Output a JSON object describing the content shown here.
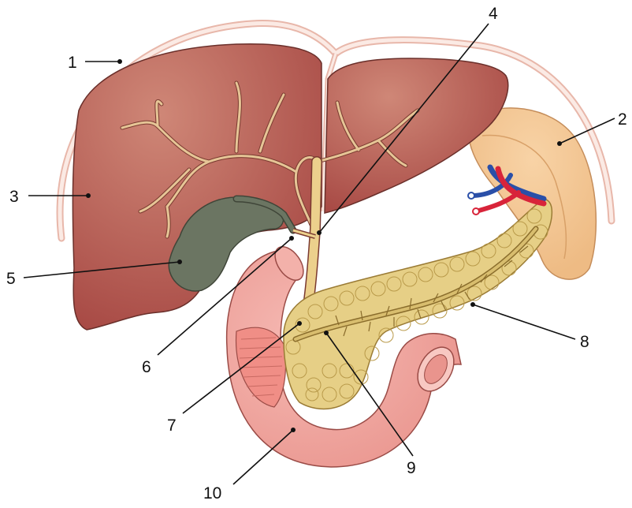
{
  "labels": {
    "l1": "1",
    "l2": "2",
    "l3": "3",
    "l4": "4",
    "l5": "5",
    "l6": "6",
    "l7": "7",
    "l8": "8",
    "l9": "9",
    "l10": "10"
  },
  "colors": {
    "liver": "#b4564f",
    "liver_light": "#c9776b",
    "liver_outline": "#5a2a26",
    "capsule": "#f6ddd4",
    "ducts": "#e9c89a",
    "gallbladder": "#65705a",
    "spleen": "#f2c38f",
    "pancreas": "#e9d38f",
    "duodenum": "#f2a7a0",
    "artery": "#d8243a",
    "vein": "#2a4fa8"
  }
}
